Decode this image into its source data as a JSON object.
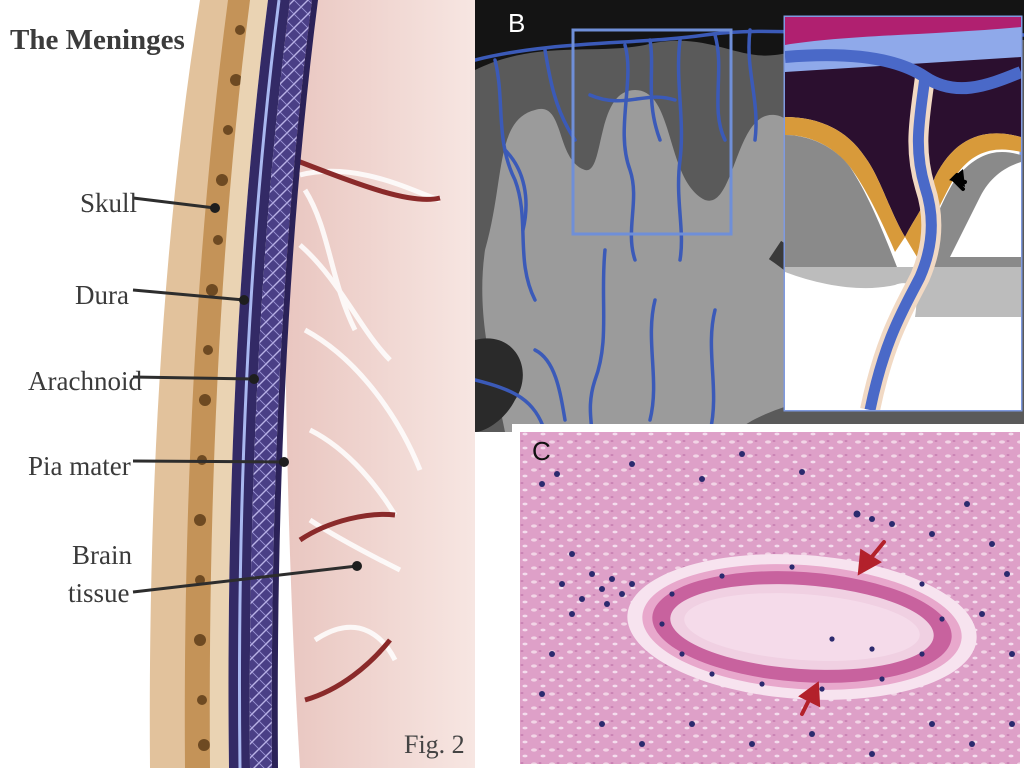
{
  "panel_a": {
    "title": "The Meninges",
    "labels": {
      "skull": "Skull",
      "dura": "Dura",
      "arachnoid": "Arachnoid",
      "pia": "Pia mater",
      "brain_line1": "Brain",
      "brain_line2": "tissue"
    },
    "figure_label": "Fig. 2"
  },
  "panel_b": {
    "letter": "B"
  },
  "panel_c": {
    "letter": "C"
  },
  "colors": {
    "vessel_blue": "#3b5ab8",
    "dura_purple": "#3a2f6f",
    "bone_tan": "#d8b48a",
    "brain_pink": "#f2d8d3",
    "stain_pink": "#e6a6c6",
    "nucleus": "#2b2a6e",
    "arrow_red": "#b3212b"
  }
}
